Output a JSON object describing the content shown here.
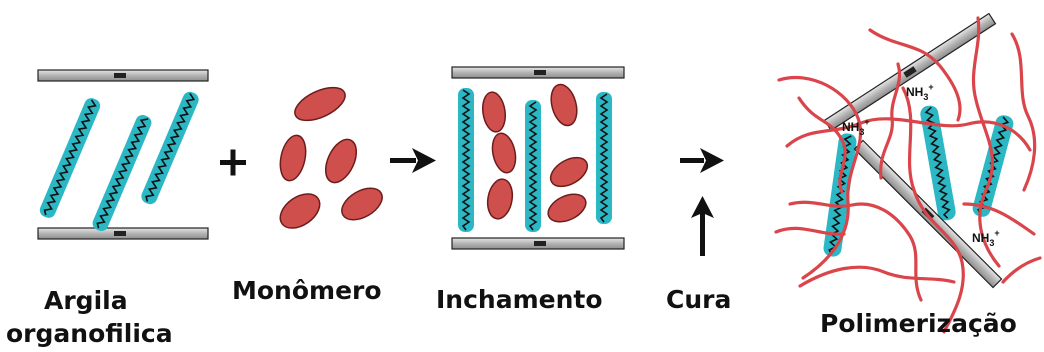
{
  "captions": {
    "argila": "Argila",
    "organofilica": "organofilica",
    "monomero": "Monômero",
    "inchamento": "Inchamento",
    "cura": "Cura",
    "polimerizacao": "Polimerização"
  },
  "operators": {
    "plus": "+"
  },
  "chem_labels": {
    "nh3_a": "NH",
    "nh3_b": "NH",
    "nh3_c": "NH",
    "subscript": "3",
    "superscript": "+"
  },
  "colors": {
    "clay_layer": "#b9b9b9",
    "surfactant": "#2bb7c4",
    "monomer": "#cf4f4c",
    "polymer": "#d9454a",
    "ink": "#111111"
  },
  "icons": [
    "plus-sign",
    "right-arrow-icon",
    "up-arrow-icon"
  ]
}
